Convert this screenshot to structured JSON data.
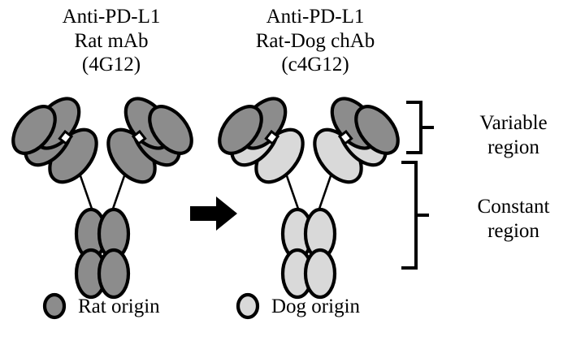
{
  "figure": {
    "background_color": "#ffffff",
    "outline_color": "#000000"
  },
  "colors": {
    "rat_origin": "#8c8c8c",
    "dog_origin": "#d9d9d9",
    "outline": "#000000",
    "arrow": "#000000"
  },
  "left_antibody": {
    "caption_line1": "Anti-PD-L1",
    "caption_line2": "Rat mAb",
    "caption_line3": "(4G12)",
    "variable_region_origin": "rat",
    "constant_region_origin": "rat",
    "variable_fill": "#8c8c8c",
    "constant_fill": "#8c8c8c"
  },
  "right_antibody": {
    "caption_line1": "Anti-PD-L1",
    "caption_line2": "Rat-Dog chAb",
    "caption_line3": "(c4G12)",
    "variable_region_origin": "rat",
    "constant_region_origin": "dog",
    "variable_fill": "#8c8c8c",
    "constant_fill": "#d9d9d9"
  },
  "arrow": {
    "icon": "right-arrow-icon",
    "direction": "right",
    "color": "#000000"
  },
  "region_labels": {
    "variable_line1": "Variable",
    "variable_line2": "region",
    "constant_line1": "Constant",
    "constant_line2": "region"
  },
  "legend": {
    "items": [
      {
        "label": "Rat origin",
        "fill": "#8c8c8c",
        "icon": "ellipse-swatch-icon"
      },
      {
        "label": "Dog origin",
        "fill": "#d9d9d9",
        "icon": "ellipse-swatch-icon"
      }
    ]
  }
}
